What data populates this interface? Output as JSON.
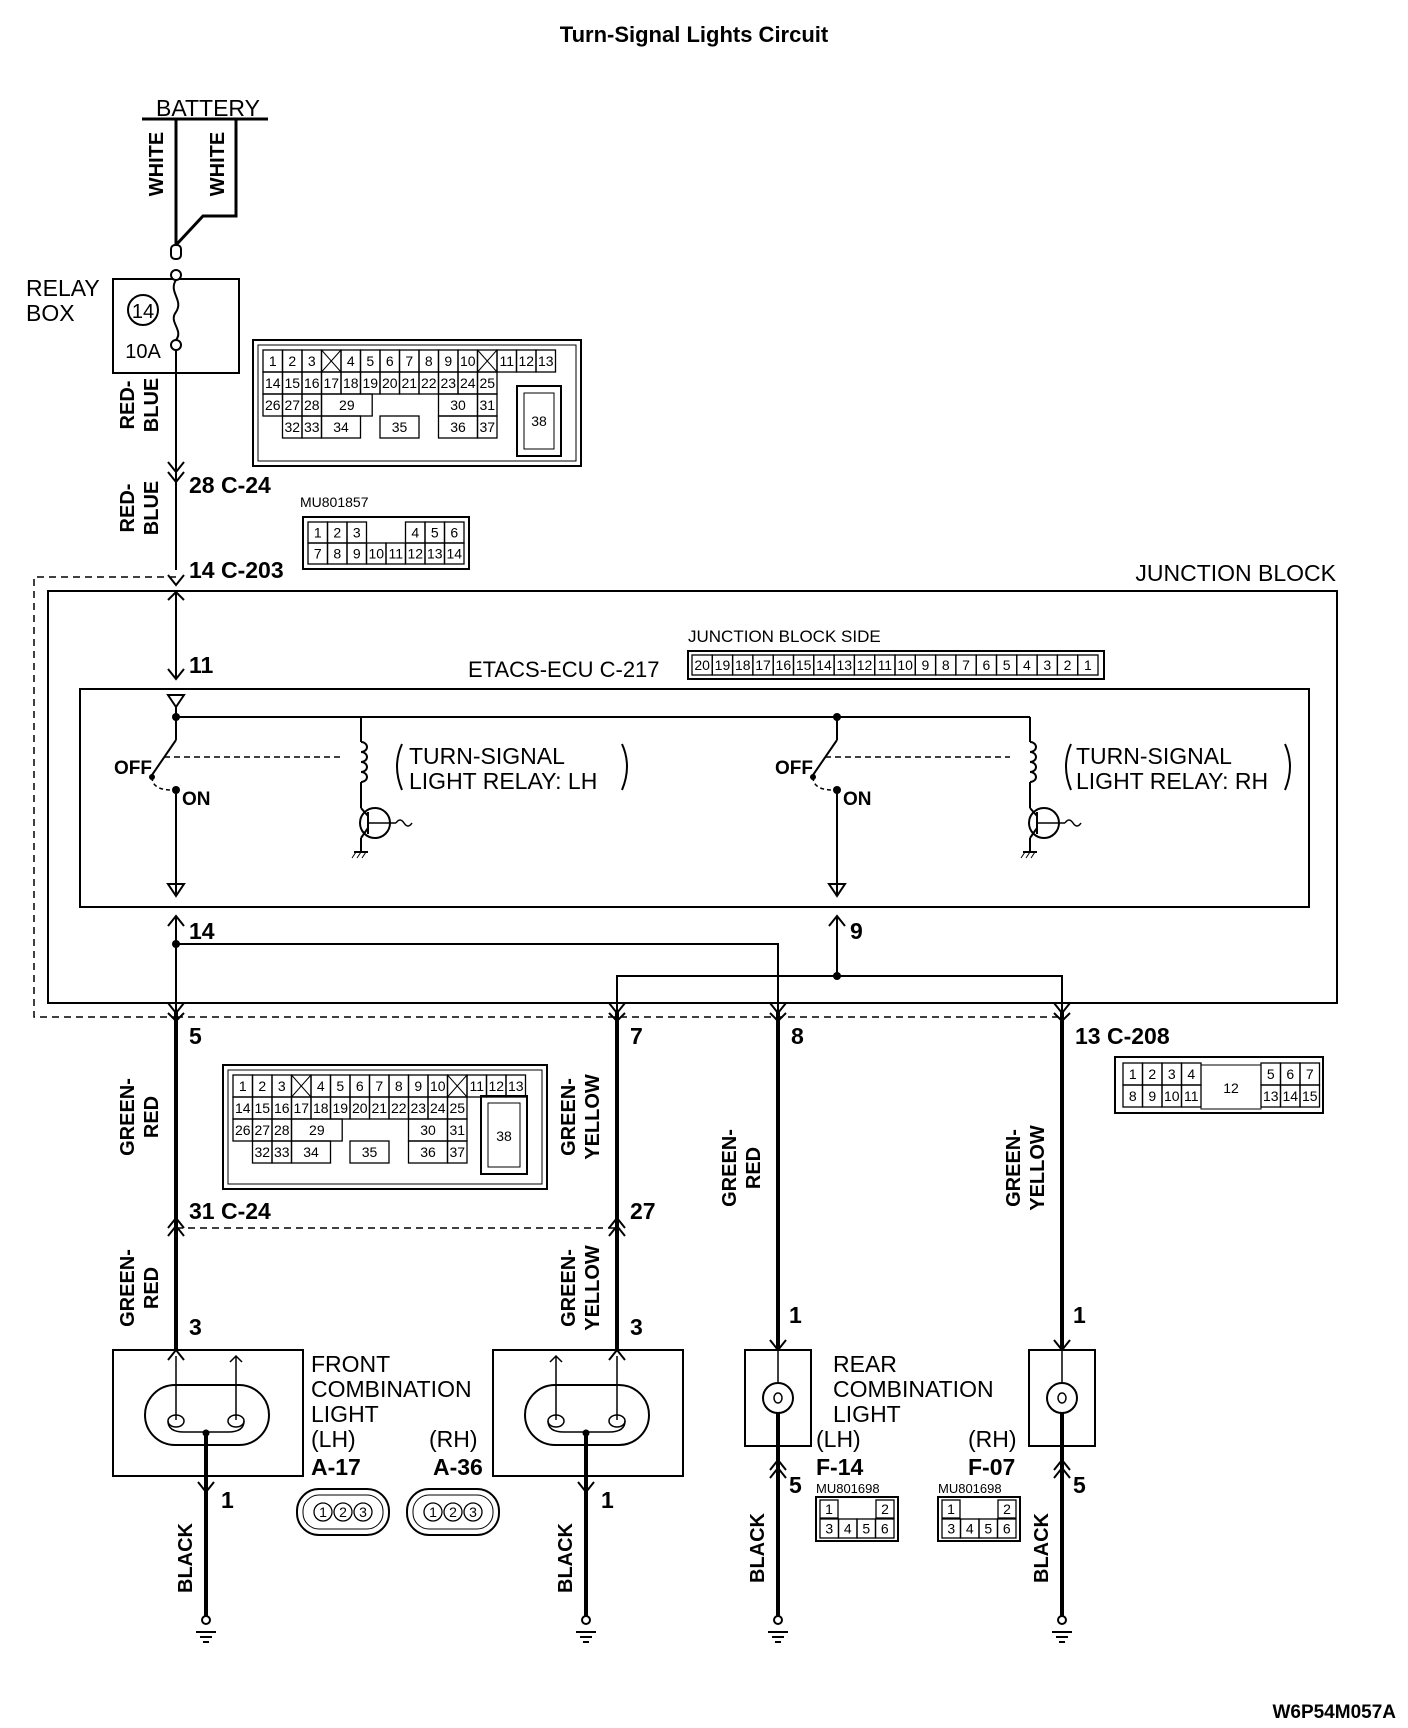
{
  "title": "Turn-Signal Lights Circuit",
  "figure_code": "W6P54M057A",
  "labels": {
    "battery": "BATTERY",
    "relay_box": [
      "RELAY",
      "BOX"
    ],
    "fuse_number": "14",
    "fuse_rating": "10A",
    "junction_block": "JUNCTION BLOCK",
    "junction_block_side": "JUNCTION BLOCK SIDE",
    "etacs_ecu": "ETACS-ECU C-217",
    "relay_lh": [
      "TURN-SIGNAL",
      "LIGHT RELAY: LH"
    ],
    "relay_rh": [
      "TURN-SIGNAL",
      "LIGHT RELAY: RH"
    ],
    "off": "OFF",
    "on": "ON",
    "front_combination": [
      "FRONT",
      "COMBINATION",
      "LIGHT"
    ],
    "rear_combination": [
      "REAR",
      "COMBINATION",
      "LIGHT"
    ],
    "lh": "(LH)",
    "rh": "(RH)",
    "mu_c203": "MU801857",
    "mu_rear": "MU801698"
  },
  "wires": {
    "white": "WHITE",
    "red_blue": [
      "RED-",
      "BLUE"
    ],
    "green_red": [
      "GREEN-",
      "RED"
    ],
    "green_yellow": [
      "GREEN-",
      "YELLOW"
    ],
    "black": "BLACK"
  },
  "pins": {
    "c24_top": "28 C-24",
    "c203": "14 C-203",
    "p11": "11",
    "p14": "14",
    "p9": "9",
    "p5": "5",
    "p7": "7",
    "p8": "8",
    "c208": "13 C-208",
    "c24_bottom": "31 C-24",
    "p27": "27",
    "p3a": "3",
    "p3b": "3",
    "p1a": "1",
    "p1b": "1",
    "p1c": "1",
    "p1d": "1",
    "p5a": "5",
    "p5b": "5"
  },
  "connectors": {
    "a17": "A-17",
    "a36": "A-36",
    "f14": "F-14",
    "f07": "F-07"
  },
  "grid_c24": {
    "row1": [
      "1",
      "2",
      "3",
      "",
      "4",
      "5",
      "6",
      "7",
      "8",
      "9",
      "10",
      "",
      "11",
      "12",
      "13"
    ],
    "row2": [
      "14",
      "15",
      "16",
      "17",
      "18",
      "19",
      "20",
      "21",
      "22",
      "23",
      "24",
      "25"
    ],
    "row3": [
      "26",
      "27",
      "28",
      "29",
      "30",
      "31"
    ],
    "row4": [
      "32",
      "33",
      "34",
      "35",
      "36",
      "37"
    ],
    "big": "38"
  },
  "grid_c203": {
    "row1": [
      "1",
      "2",
      "3",
      "4",
      "5",
      "6"
    ],
    "row2": [
      "7",
      "8",
      "9",
      "10",
      "11",
      "12",
      "13",
      "14"
    ]
  },
  "grid_c217": [
    "20",
    "19",
    "18",
    "17",
    "16",
    "15",
    "14",
    "13",
    "12",
    "11",
    "10",
    "9",
    "8",
    "7",
    "6",
    "5",
    "4",
    "3",
    "2",
    "1"
  ],
  "grid_c208": {
    "row1": [
      "1",
      "2",
      "3",
      "4",
      "5",
      "6",
      "7"
    ],
    "row2": [
      "8",
      "9",
      "10",
      "11",
      "13",
      "14",
      "15"
    ],
    "big": "12"
  },
  "grid_round": [
    "1",
    "2",
    "3"
  ],
  "grid_rear": {
    "row1": [
      "1",
      "2"
    ],
    "row2": [
      "3",
      "4",
      "5",
      "6"
    ]
  }
}
